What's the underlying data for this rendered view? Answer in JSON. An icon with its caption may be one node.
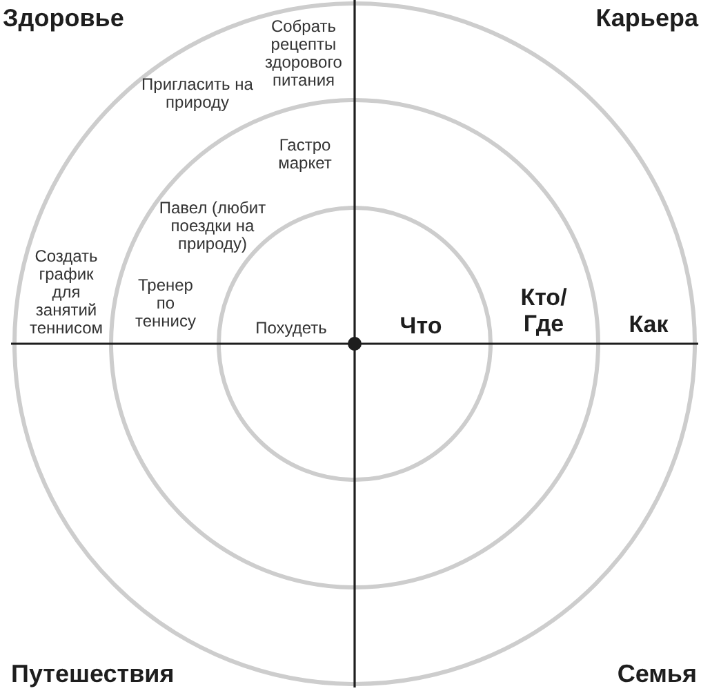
{
  "diagram": {
    "nodes": [
      {
        "text": [
          "Собрать рецепты здорового питания",
          "Пригласить на природу",
          "Создать график для занятий теннисом",
          "Как"
        ]
      },
      {
        "text": [
          "Гастро маркет",
          "Павел (любит поездки на природу)",
          "Тренер по теннису",
          "Кто/ Где"
        ],
        "in": 0
      },
      {
        "text": [
          "Похудеть",
          "Что"
        ],
        "in": 1
      }
    ],
    "labels": [
      "Здоровье",
      "Карьера",
      "Путешествия",
      "Семья"
    ]
  }
}
